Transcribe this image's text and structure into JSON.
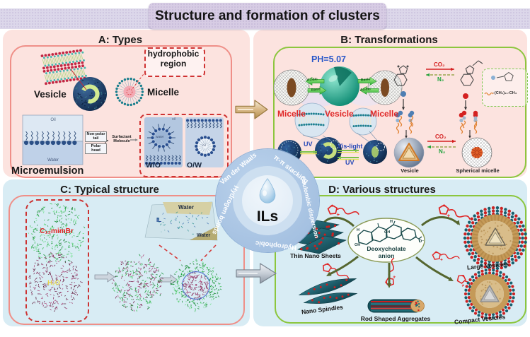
{
  "title": "Structure and formation of clusters",
  "panel_a": {
    "label": "A: Types",
    "vesicle": "Vesicle",
    "micelle": "Micelle",
    "hydrophobic": "hydrophobic region",
    "microemulsion": "Microemulsion",
    "oil": "Oil",
    "water": "Water",
    "nonpolar_tail": "Non-polar tail",
    "polar_head": "Polar head",
    "surfactant": "Surfactant Molecule",
    "wo": "W/O",
    "ow": "O/W",
    "wo_oil": "oil",
    "wo_water": "water",
    "ow_oil": "oil"
  },
  "panel_b": {
    "label": "B: Transformations",
    "ph": "PH=5.07",
    "micelle_left": "Micelle",
    "vesicle": "Vesicle",
    "micelle_right": "Micelle",
    "acidic": "Acidic",
    "basic": "Basic",
    "co2": "CO₂",
    "n2": "N₂",
    "chain": "-(CH₂)₁₁-CH₃",
    "uv": "UV",
    "vis_light": "Vis-light",
    "vesicle2": "Vesicle",
    "spherical_micelle": "Spherical micelle"
  },
  "panel_c": {
    "label": "C: Typical structure",
    "il_blob": "C₁₂mimBr",
    "water_blob": "H₂O",
    "water_top": "Water",
    "il": "IL",
    "water_bottom": "Water"
  },
  "panel_d": {
    "label": "D: Various structures",
    "deoxycholate": "Deoxycholate anion",
    "atoms": [
      "H",
      "OH",
      "H",
      "OH",
      "O⁻"
    ],
    "thin_nano_sheets": "Thin Nano Sheets",
    "nano_spindles": "Nano Spindles",
    "rod_aggregates": "Rod Shaped Aggregates",
    "large_vesicles": "Large Vesicles",
    "compact_vesicles": "Compact Vesicles"
  },
  "center": {
    "core": "ILs",
    "ring": [
      "Van der Waals",
      "π-π stacking",
      "Coulombic dispersion",
      "Hydrophobic",
      "Hydrogen bonds"
    ]
  },
  "colors": {
    "panel_top_bg": "#fce3df",
    "panel_bottom_bg": "#d8ecf4",
    "salmon_border": "#ef8f88",
    "green_border": "#8cc63e",
    "banner": "#d7cce4",
    "ring_blue": "#a9c4e2",
    "accent_red": "#e02828",
    "accent_blue": "#2957c8",
    "co2_red": "#d42020",
    "n2_green": "#1fa33c"
  }
}
